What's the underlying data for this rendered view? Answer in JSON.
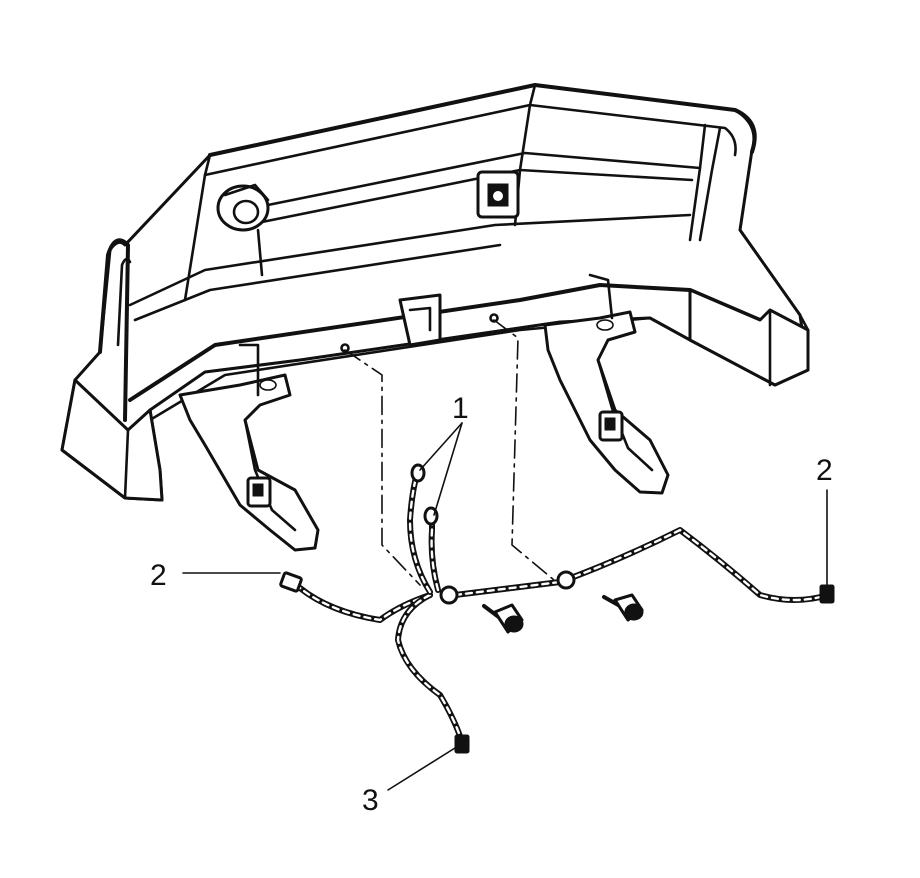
{
  "callouts": {
    "one": "1",
    "two_left": "2",
    "two_right": "2",
    "three": "3"
  },
  "colors": {
    "ink": "#111111",
    "paper": "#ffffff"
  }
}
